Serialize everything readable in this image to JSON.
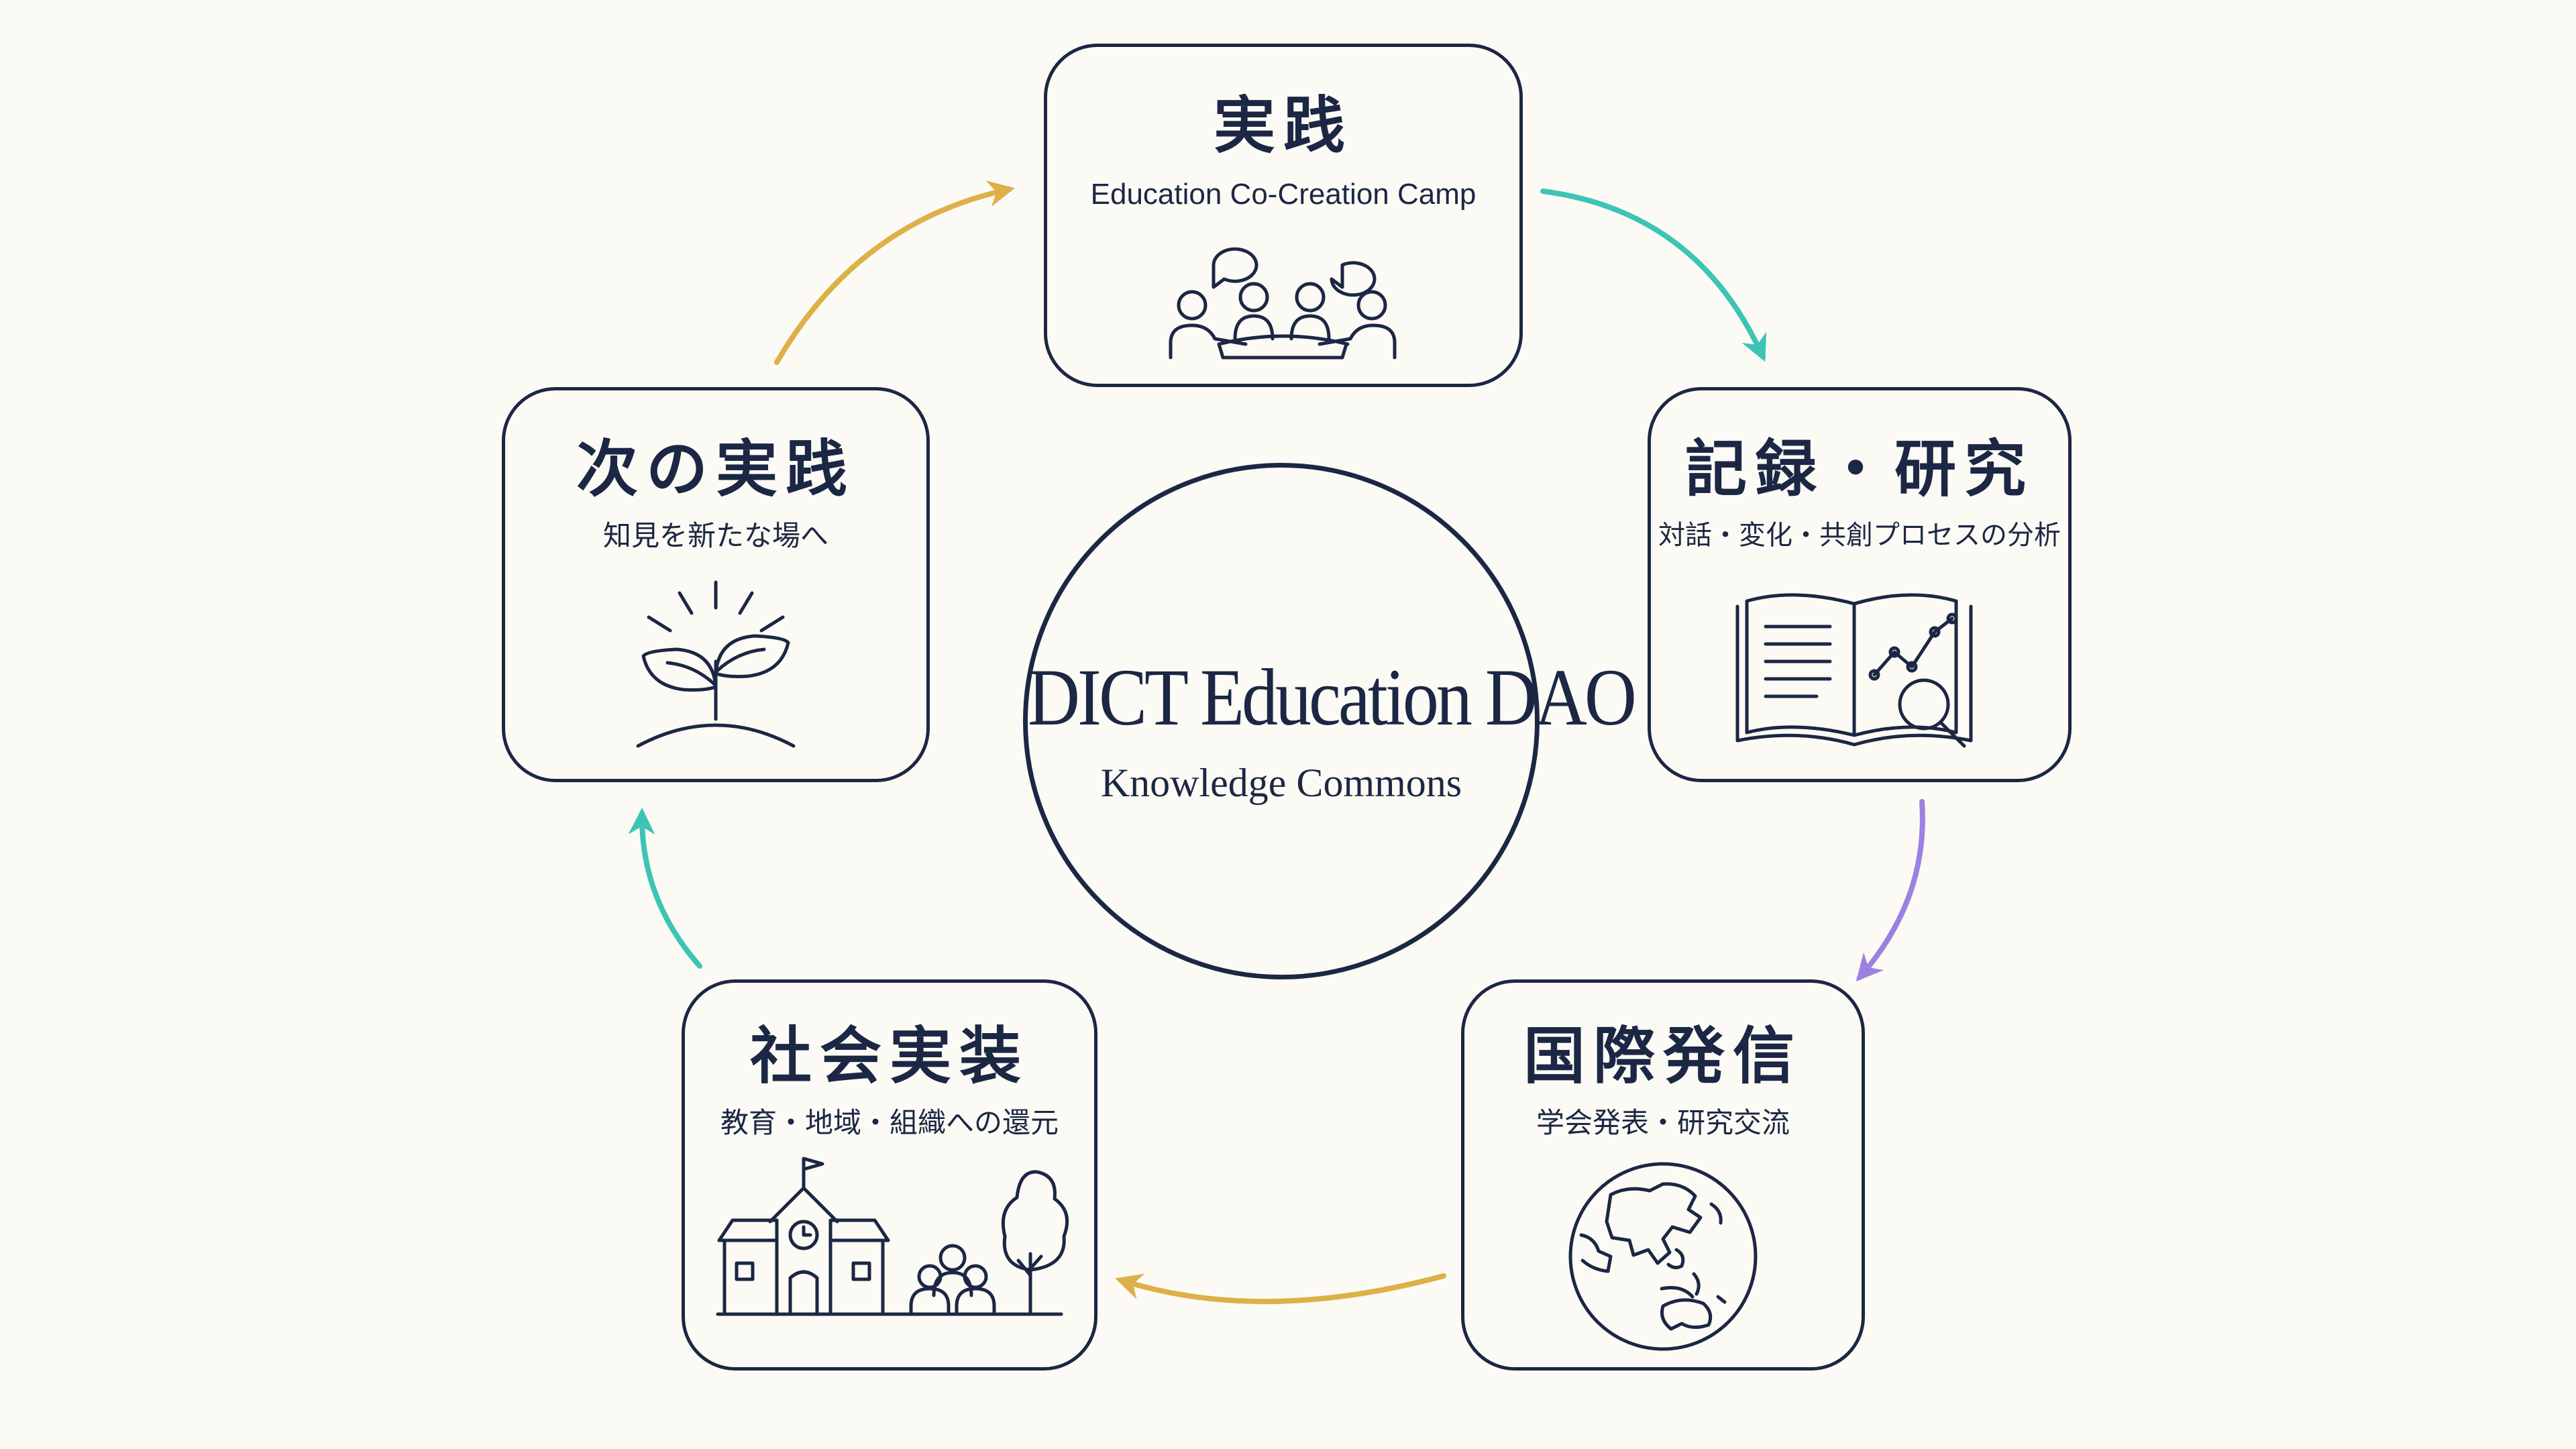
{
  "center": {
    "title": "DICT Education DAO",
    "subtitle": "Knowledge Commons"
  },
  "nodes": [
    {
      "id": "practice",
      "title": "実践",
      "subtitle": "Education Co-Creation Camp",
      "icon": "group-discussion-icon"
    },
    {
      "id": "record-research",
      "title": "記録・研究",
      "subtitle": "対話・変化・共創プロセスの分析",
      "icon": "book-analysis-icon"
    },
    {
      "id": "international",
      "title": "国際発信",
      "subtitle": "学会発表・研究交流",
      "icon": "globe-icon"
    },
    {
      "id": "social-implementation",
      "title": "社会実装",
      "subtitle": "教育・地域・組織への還元",
      "icon": "school-community-icon"
    },
    {
      "id": "next-practice",
      "title": "次の実践",
      "subtitle": "知見を新たな場へ",
      "icon": "sprout-icon"
    }
  ],
  "arrows": [
    {
      "from": "practice",
      "to": "record-research",
      "color": "#3cc4b6"
    },
    {
      "from": "record-research",
      "to": "international",
      "color": "#9b82e0"
    },
    {
      "from": "international",
      "to": "social-implementation",
      "color": "#ddb048"
    },
    {
      "from": "social-implementation",
      "to": "next-practice",
      "color": "#3cc4b6"
    },
    {
      "from": "next-practice",
      "to": "practice",
      "color": "#ddb048"
    }
  ],
  "colors": {
    "background": "#fcfaf4",
    "ink": "#1b2744"
  }
}
